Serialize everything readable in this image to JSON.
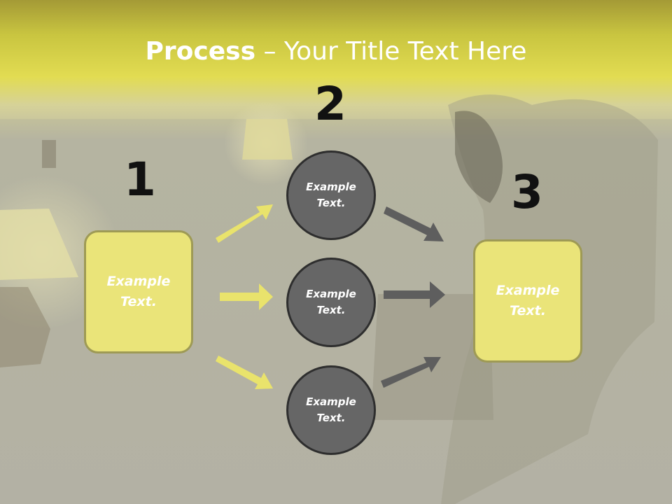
{
  "slide": {
    "title_bold": "Process",
    "title_rest": " – Your Title Text Here"
  },
  "steps": {
    "step1": {
      "number": "1",
      "text": "Example Text."
    },
    "step2": {
      "number": "2",
      "circles": [
        {
          "text": "Example Text."
        },
        {
          "text": "Example Text."
        },
        {
          "text": "Example Text."
        }
      ]
    },
    "step3": {
      "number": "3",
      "text": "Example Text."
    }
  },
  "colors": {
    "box_fill": "#eae479",
    "circle_fill": "#666666",
    "yellow_arrow": "#e9e36c",
    "gray_arrow": "#5e5e5e"
  }
}
